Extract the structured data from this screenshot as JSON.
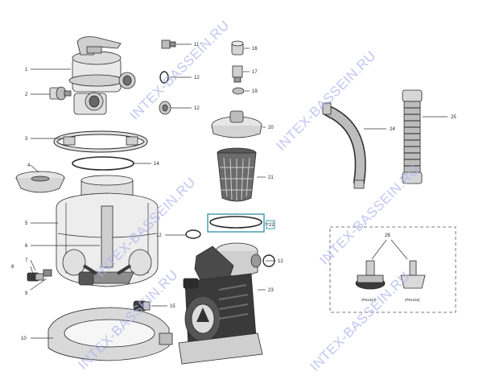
{
  "watermark_text": "INTEX-BASSEIN.RU",
  "callouts": {
    "n1": "1",
    "n2": "2",
    "n3": "3",
    "n4": "4",
    "n5": "5",
    "n6": "6",
    "n7": "7",
    "n8": "8",
    "n9": "9",
    "n10": "10",
    "n11": "11",
    "n12a": "12",
    "n12b": "12",
    "n12c": "12",
    "n12d": "12",
    "n14": "14",
    "n15": "15",
    "n16": "16",
    "n17": "17",
    "n19": "19",
    "n20": "20",
    "n21": "21",
    "n22": "22",
    "n23": "23",
    "n24": "24",
    "n25": "25",
    "n26": "26"
  },
  "part_codes": {
    "left": "(P61322)",
    "right": "(P61316)"
  },
  "colors": {
    "watermark": "#aeb3ee",
    "part_fill_light": "#e6e6e6",
    "part_fill_dark": "#3a3a3a",
    "highlight_box": "#2e8fa8"
  }
}
